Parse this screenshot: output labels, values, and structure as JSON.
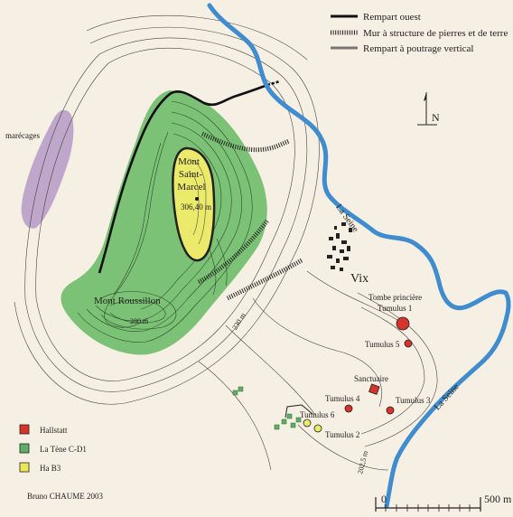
{
  "legend_lines": [
    {
      "label": "Rempart ouest",
      "style": "solid-black"
    },
    {
      "label": "Mur à structure de pierres et de terre",
      "style": "hatched"
    },
    {
      "label": "Rempart à poutrage vertical",
      "style": "solid-gray"
    }
  ],
  "legend_boxes": [
    {
      "label": "Hallstatt",
      "color": "#d6342b"
    },
    {
      "label": "La Tène C-D1",
      "color": "#5fae66"
    },
    {
      "label": "Ha B3",
      "color": "#eee65a"
    }
  ],
  "places": {
    "marecages": "marécages",
    "mont_saint_marcel_1": "Mont",
    "mont_saint_marcel_2": "Saint-",
    "mont_saint_marcel_3": "Marcel",
    "summit_alt": "306,40 m",
    "mont_roussillon": "Mont Roussillon",
    "alt_280": "280 m",
    "alt_230": "230 m",
    "alt_2025": "202,5 m",
    "vix": "Vix",
    "la_seine_1": "La Seine",
    "la_seine_2": "La Seine"
  },
  "features": {
    "tombe_1": "Tombe princière",
    "tombe_2": "Tumulus 1",
    "tumulus_5": "Tumulus 5",
    "sanctuaire": "Sanctuaire",
    "tumulus_4": "Tumulus 4",
    "tumulus_3": "Tumulus 3",
    "tumulus_6": "Tumulus 6",
    "tumulus_2": "Tumulus 2"
  },
  "north": "N",
  "credit": "Bruno CHAUME 2003",
  "scale": {
    "start": "0",
    "end": "500 m"
  },
  "colors": {
    "river": "#3f8ccf",
    "green": "#7cc276",
    "yellow": "#ecea6a",
    "marsh": "#b89ec6",
    "red": "#d6342b",
    "contour": "#444444"
  }
}
